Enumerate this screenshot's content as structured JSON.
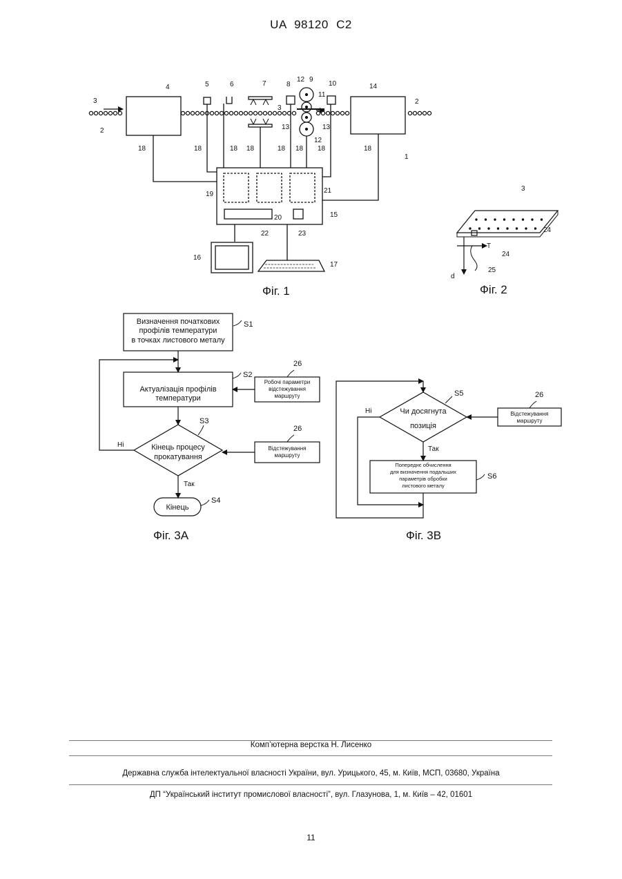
{
  "header": "UA   98120   C2",
  "fig1": {
    "caption": "Фіг. 1",
    "labels": {
      "n1": "1",
      "n2a": "2",
      "n2b": "2",
      "n3a": "3",
      "n3b": "3",
      "n4": "4",
      "n5": "5",
      "n6": "6",
      "n7": "7",
      "n8": "8",
      "n9": "9",
      "n10": "10",
      "n11": "11",
      "n12a": "12",
      "n12b": "12",
      "n13a": "13",
      "n13b": "13",
      "n14": "14",
      "n15": "15",
      "n16": "16",
      "n17": "17",
      "n18": "18",
      "n19": "19",
      "n20": "20",
      "n21": "21",
      "n22": "22",
      "n23": "23"
    }
  },
  "fig2": {
    "caption": "Фіг. 2",
    "labels": {
      "n3": "3",
      "n24a": "24",
      "n24b": "24",
      "n25": "25",
      "T": "T",
      "d": "d"
    }
  },
  "fig3a": {
    "caption": "Фіг. 3А",
    "s1_text": [
      "Визначення початкових",
      "профілів температури",
      "в точках листового металу"
    ],
    "s1": "S1",
    "s2_text": [
      "Актуалізація профілів",
      "температури"
    ],
    "s2": "S2",
    "s3_text": [
      "Кінець процесу",
      "прокатування"
    ],
    "s3": "S3",
    "s4_text": "Кінець",
    "s4": "S4",
    "param_top": [
      "Робочі параметри",
      "відстежування",
      "маршруту"
    ],
    "param_bottom": [
      "Відстежування",
      "маршруту"
    ],
    "n26a": "26",
    "n26b": "26",
    "no": "Ні",
    "yes": "Так"
  },
  "fig3b": {
    "caption": "Фіг. 3В",
    "s5_text": [
      "Чи досягнута",
      "позиція"
    ],
    "s5": "S5",
    "s6_text": [
      "Попереднє обчислення",
      "для визначення подальших",
      "параметрів обробки",
      "листового металу"
    ],
    "s6": "S6",
    "param": [
      "Відстежування",
      "маршруту"
    ],
    "n26": "26",
    "no": "Ні",
    "yes": "Так"
  },
  "footer": {
    "line1": "Комп’ютерна верстка Н. Лисенко",
    "line2": "Державна служба інтелектуальної власності України, вул. Урицького, 45, м. Київ, МСП, 03680, Україна",
    "line3": "ДП “Український інститут промислової власності”, вул. Глазунова, 1, м. Київ – 42, 01601",
    "page": "11"
  }
}
